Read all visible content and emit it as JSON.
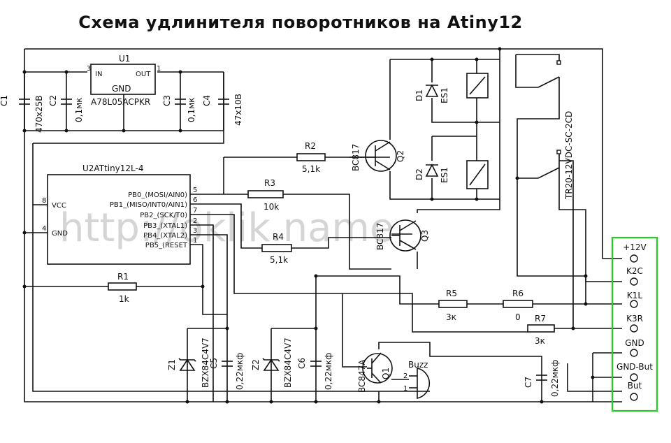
{
  "title": "Схема удлинителя поворотников на Atiny12",
  "watermark": "http://oklik.name",
  "mcu": {
    "name": "U2ATtiny12L-4",
    "pins_left": [
      "VCC",
      "GND"
    ],
    "pin_nums_left": [
      "8",
      "4"
    ],
    "pins_right": [
      "PB0_(MOSI/AIN0)",
      "PB1_(MISO/INT0/AIN1)",
      "PB2_(SCK/T0)",
      "PB3_(XTAL1)",
      "PB4_(XTAL2)",
      "PB5_(RESET"
    ],
    "pin_nums_right": [
      "5",
      "6",
      "7",
      "2",
      "3",
      "1"
    ]
  },
  "regulator": {
    "ref": "U1",
    "value": "A78L05ACPKR",
    "in": "IN",
    "out": "OUT",
    "gnd": "GND",
    "pin_in": "3",
    "pin_out": "1"
  },
  "capacitors": {
    "c1": {
      "ref": "C1",
      "value": "470x25B"
    },
    "c2": {
      "ref": "C2",
      "value": "0,1мк"
    },
    "c3": {
      "ref": "C3",
      "value": "0,1мк"
    },
    "c4": {
      "ref": "C4",
      "value": "47x10B"
    },
    "c5": {
      "ref": "C5",
      "value": "0,22мкф"
    },
    "c6": {
      "ref": "C6",
      "value": "0,22мкф"
    },
    "c7": {
      "ref": "C7",
      "value": "0,22мкф"
    }
  },
  "resistors": {
    "r1": {
      "ref": "R1",
      "value": "1k"
    },
    "r2": {
      "ref": "R2",
      "value": "5,1k"
    },
    "r3": {
      "ref": "R3",
      "value": "10k"
    },
    "r4": {
      "ref": "R4",
      "value": "5,1k"
    },
    "r5": {
      "ref": "R5",
      "value": "3к"
    },
    "r6": {
      "ref": "R6",
      "value": "0"
    },
    "r7": {
      "ref": "R7",
      "value": "3к"
    }
  },
  "transistors": {
    "q1": {
      "ref": "Q1",
      "value": "BC847A"
    },
    "q2": {
      "ref": "Q2",
      "value": "BC817"
    },
    "q3": {
      "ref": "Q3",
      "value": "BC817"
    }
  },
  "diodes": {
    "d1": {
      "ref": "D1"
    },
    "d2": {
      "ref": "D2"
    },
    "z1": {
      "ref": "Z1",
      "value": "BZX84C4V7"
    },
    "z2": {
      "ref": "Z2",
      "value": "BZX84C4V7"
    }
  },
  "relays": {
    "es1a": {
      "ref": "ES1"
    },
    "es1b": {
      "ref": "ES1"
    },
    "model": "TR20-12VDC-SC-2CD"
  },
  "buzzer": {
    "ref": "Buzz",
    "pin1": "1",
    "pin2": "2"
  },
  "connector": {
    "border_color": "#22cc22",
    "pins": [
      "+12V",
      "K2C",
      "K1L",
      "K3R",
      "GND",
      "GND-But",
      "But"
    ]
  }
}
